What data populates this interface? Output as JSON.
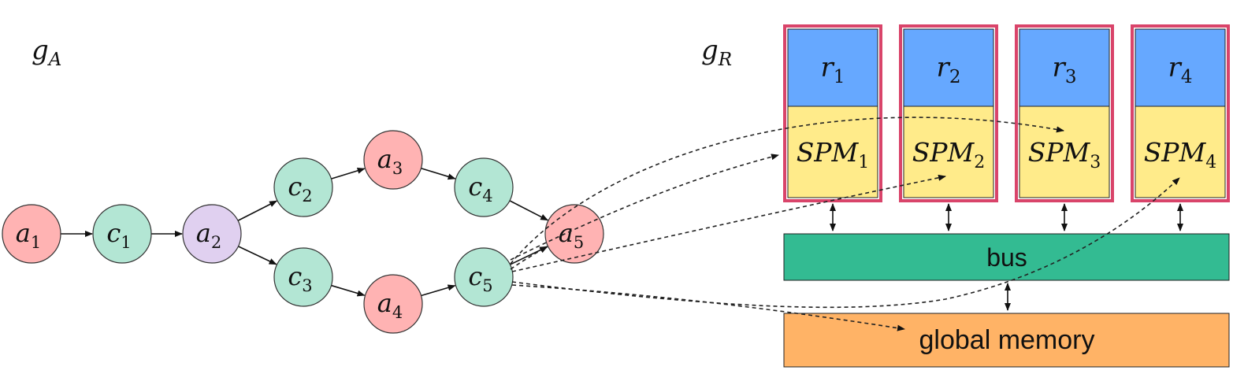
{
  "graph_app": {
    "label": "g",
    "label_sub": "A",
    "nodes": [
      {
        "id": "a1",
        "base": "a",
        "sub": "1",
        "color": "#FFB3B3"
      },
      {
        "id": "c1",
        "base": "c",
        "sub": "1",
        "color": "#B3E6D4"
      },
      {
        "id": "a2",
        "base": "a",
        "sub": "2",
        "color": "#E0D0F0"
      },
      {
        "id": "c2",
        "base": "c",
        "sub": "2",
        "color": "#B3E6D4"
      },
      {
        "id": "c3",
        "base": "c",
        "sub": "3",
        "color": "#B3E6D4"
      },
      {
        "id": "a3",
        "base": "a",
        "sub": "3",
        "color": "#FFB3B3"
      },
      {
        "id": "a4",
        "base": "a",
        "sub": "4",
        "color": "#FFB3B3"
      },
      {
        "id": "c4",
        "base": "c",
        "sub": "4",
        "color": "#B3E6D4"
      },
      {
        "id": "c5",
        "base": "c",
        "sub": "5",
        "color": "#B3E6D4"
      },
      {
        "id": "a5",
        "base": "a",
        "sub": "5",
        "color": "#FFB3B3"
      }
    ],
    "edges": [
      [
        "a1",
        "c1"
      ],
      [
        "c1",
        "a2"
      ],
      [
        "a2",
        "c2"
      ],
      [
        "a2",
        "c3"
      ],
      [
        "c2",
        "a3"
      ],
      [
        "c3",
        "a4"
      ],
      [
        "a3",
        "c4"
      ],
      [
        "a4",
        "c5"
      ],
      [
        "c4",
        "a5"
      ],
      [
        "c5",
        "a5"
      ]
    ]
  },
  "graph_res": {
    "label": "g",
    "label_sub": "R",
    "resources": [
      {
        "base": "r",
        "sub": "1",
        "spm_base": "SPM",
        "spm_sub": "1"
      },
      {
        "base": "r",
        "sub": "2",
        "spm_base": "SPM",
        "spm_sub": "2"
      },
      {
        "base": "r",
        "sub": "3",
        "spm_base": "SPM",
        "spm_sub": "3"
      },
      {
        "base": "r",
        "sub": "4",
        "spm_base": "SPM",
        "spm_sub": "4"
      }
    ],
    "bus_label": "bus",
    "memory_label": "global memory",
    "colors": {
      "resource_top": "#66A8FF",
      "spm": "#FFEB8A",
      "resource_border": "#D9446A",
      "bus": "#33BB92",
      "memory": "#FFB366"
    }
  }
}
